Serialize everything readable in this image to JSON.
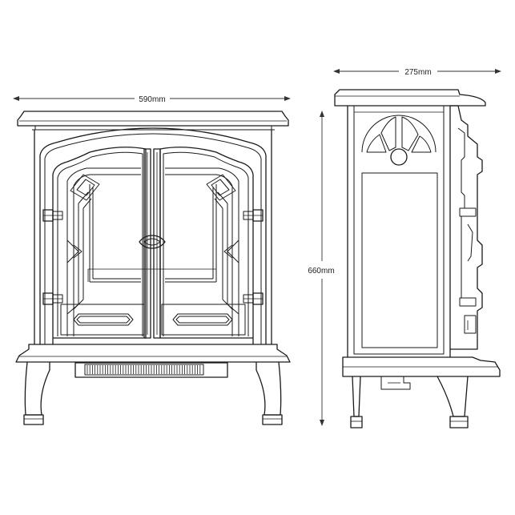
{
  "dimensions": {
    "width_label": "590mm",
    "depth_label": "275mm",
    "height_label": "660mm"
  },
  "colors": {
    "line": "#1a1a1a",
    "background": "#ffffff"
  }
}
